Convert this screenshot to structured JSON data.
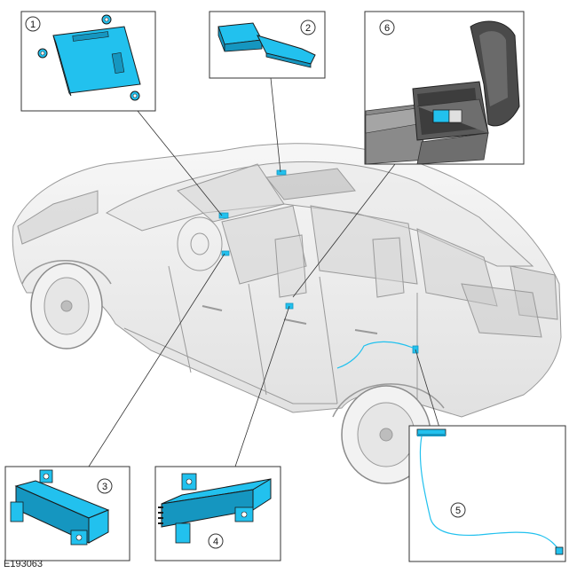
{
  "callouts": [
    {
      "number": "1",
      "name": "module-1"
    },
    {
      "number": "2",
      "name": "module-2"
    },
    {
      "number": "3",
      "name": "module-3"
    },
    {
      "number": "4",
      "name": "module-4"
    },
    {
      "number": "5",
      "name": "antenna-cable-5"
    },
    {
      "number": "6",
      "name": "armrest-module-6"
    }
  ],
  "reference_code": "E193063",
  "colors": {
    "component": "#22c1ee",
    "component_dark": "#1596c0",
    "outline": "#1a1a1a",
    "car_body": "#dcdcdc",
    "car_line": "#9a9a9a",
    "leader_line": "#333333"
  },
  "icons": [
    "car-illustration",
    "module-icon",
    "antenna-icon"
  ]
}
